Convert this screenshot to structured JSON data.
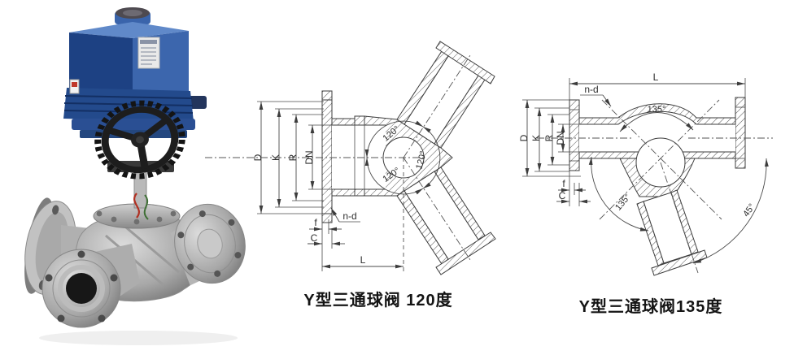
{
  "figure": {
    "title": "electric actuated Y-type three-way ball valve product figure",
    "background": "#ffffff",
    "line_color": "#444444"
  },
  "photo": {
    "description": "electric actuator with handwheel mounted on stainless three-way flanged ball valve",
    "colors": {
      "actuator_dark": "#1d4183",
      "actuator_mid": "#2d5ca8",
      "actuator_light": "#6089c9",
      "handwheel": "#191919",
      "steel_light": "#d6d6d6",
      "steel_mid": "#a8a8a8",
      "steel_dark": "#707070",
      "nameplate": "#e9e9e9",
      "label_red": "#c0392b",
      "bore_dark": "#171717",
      "wire_red": "#b03022",
      "wire_green": "#3f6f35"
    }
  },
  "drawing_120": {
    "caption": "Y型三通球阀 120度",
    "dims": {
      "D": "D",
      "K": "K",
      "R": "R",
      "DN": "DN",
      "f": "f",
      "C": "C",
      "n_d": "n-d",
      "L": "L"
    },
    "angles": {
      "a1": "120°",
      "a2": "120°",
      "a3": "120°"
    }
  },
  "drawing_135": {
    "caption": "Y型三通球阀135度",
    "dims": {
      "L": "L",
      "n_d": "n-d",
      "D": "D",
      "K": "K",
      "R": "R",
      "DN": "DN",
      "f": "f",
      "C": "C"
    },
    "angles": {
      "top": "135°",
      "left": "135°",
      "right": "45°"
    }
  }
}
